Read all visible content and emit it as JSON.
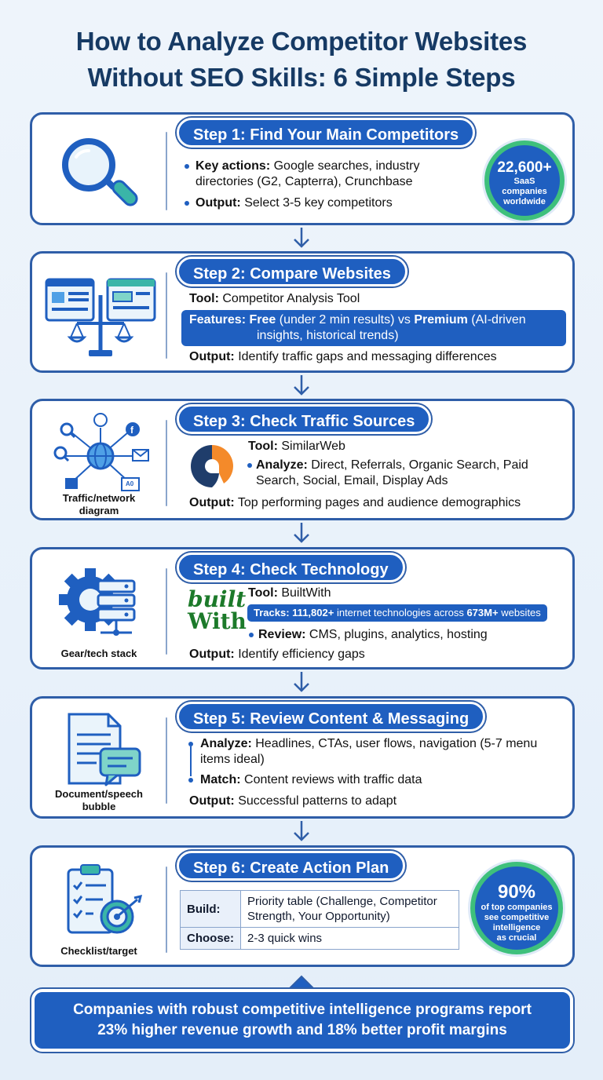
{
  "title": {
    "line1": "How to Analyze Competitor Websites",
    "line2": "Without SEO Skills: 6 Simple Steps"
  },
  "steps": [
    {
      "tab": "Step 1: Find Your Main Competitors",
      "key_actions_label": "Key actions:",
      "key_actions_line1": "Google searches, industry",
      "key_actions_line2": "directories (G2, Capterra), Crunchbase",
      "output_label": "Output:",
      "output_text": "Select 3-5 key competitors",
      "badge": {
        "value": "22,600+",
        "line1": "SaaS",
        "line2": "companies",
        "line3": "worldwide"
      }
    },
    {
      "tab": "Step 2: Compare Websites",
      "tool_label": "Tool:",
      "tool_text": "Competitor Analysis Tool",
      "features_label": "Features:",
      "features_free": "Free",
      "features_mid": "(under 2 min results) vs",
      "features_premium": "Premium",
      "features_end": "(AI-driven",
      "features_line2": "insights, historical trends)",
      "output_label": "Output:",
      "output_text": "Identify traffic gaps and messaging differences"
    },
    {
      "tab": "Step 3: Check Traffic Sources",
      "icon_caption_1": "Traffic/network",
      "icon_caption_2": "diagram",
      "ad_label": "A0",
      "tool_label": "Tool:",
      "tool_text": "SimilarWeb",
      "analyze_label": "Analyze:",
      "analyze_line1": "Direct, Referrals, Organic Search, Paid",
      "analyze_line2": "Search, Social, Email, Display Ads",
      "output_label": "Output:",
      "output_text": "Top performing pages and audience demographics"
    },
    {
      "tab": "Step 4: Check Technology",
      "icon_caption": "Gear/tech stack",
      "logo_line1": "built",
      "logo_line2": "With",
      "tool_label": "Tool:",
      "tool_text": "BuiltWith",
      "tracks_label": "Tracks:",
      "tracks_num1": "111,802+",
      "tracks_mid": "internet technologies across",
      "tracks_num2": "673M+",
      "tracks_end": "websites",
      "review_label": "Review:",
      "review_text": "CMS, plugins, analytics, hosting",
      "output_label": "Output:",
      "output_text": "Identify efficiency gaps"
    },
    {
      "tab": "Step 5: Review Content & Messaging",
      "icon_caption_1": "Document/speech",
      "icon_caption_2": "bubble",
      "analyze_label": "Analyze:",
      "analyze_line1": "Headlines, CTAs, user flows, navigation (5-7 menu",
      "analyze_line2": "items ideal)",
      "match_label": "Match:",
      "match_text": "Content reviews with traffic data",
      "output_label": "Output:",
      "output_text": "Successful patterns to adapt"
    },
    {
      "tab": "Step 6: Create Action Plan",
      "icon_caption": "Checklist/target",
      "table": [
        {
          "key": "Build:",
          "line1": "Priority table (Challenge, Competitor",
          "line2": "Strength, Your Opportunity)"
        },
        {
          "key": "Choose:",
          "line1": "2-3 quick wins",
          "line2": ""
        }
      ],
      "badge": {
        "value": "90%",
        "line1": "of top companies",
        "line2": "see competitive",
        "line3": "intelligence",
        "line4": "as crucial"
      }
    }
  ],
  "footer": {
    "line1": "Companies with robust competitive intelligence programs report",
    "line2": "23% higher revenue growth and 18% better profit margins"
  },
  "colors": {
    "primary": "#1f5fc0",
    "navy": "#163a64",
    "accent_green": "#3ec07c",
    "border": "#2f5ea8"
  }
}
